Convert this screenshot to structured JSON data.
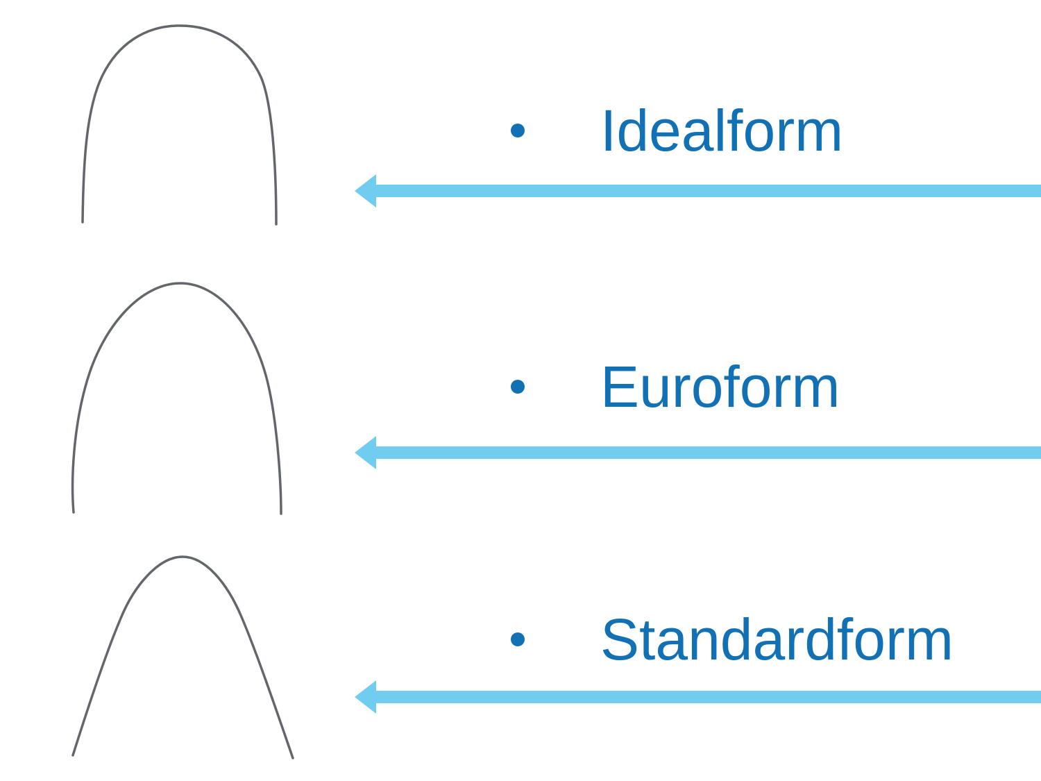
{
  "colors": {
    "text_blue": "#1171B4",
    "bullet_blue": "#1171B4",
    "arrow_blue": "#71CDF0",
    "wire_gray": "#63666A",
    "background": "#FFFFFF"
  },
  "items": [
    {
      "label": "Idealform",
      "shape": "idealform-archwire",
      "bullet": "filled-circle",
      "arrow": "left-arrow"
    },
    {
      "label": "Euroform",
      "shape": "euroform-archwire",
      "bullet": "filled-circle",
      "arrow": "left-arrow"
    },
    {
      "label": "Standardform",
      "shape": "standardform-archwire",
      "bullet": "filled-circle",
      "arrow": "left-arrow"
    }
  ]
}
